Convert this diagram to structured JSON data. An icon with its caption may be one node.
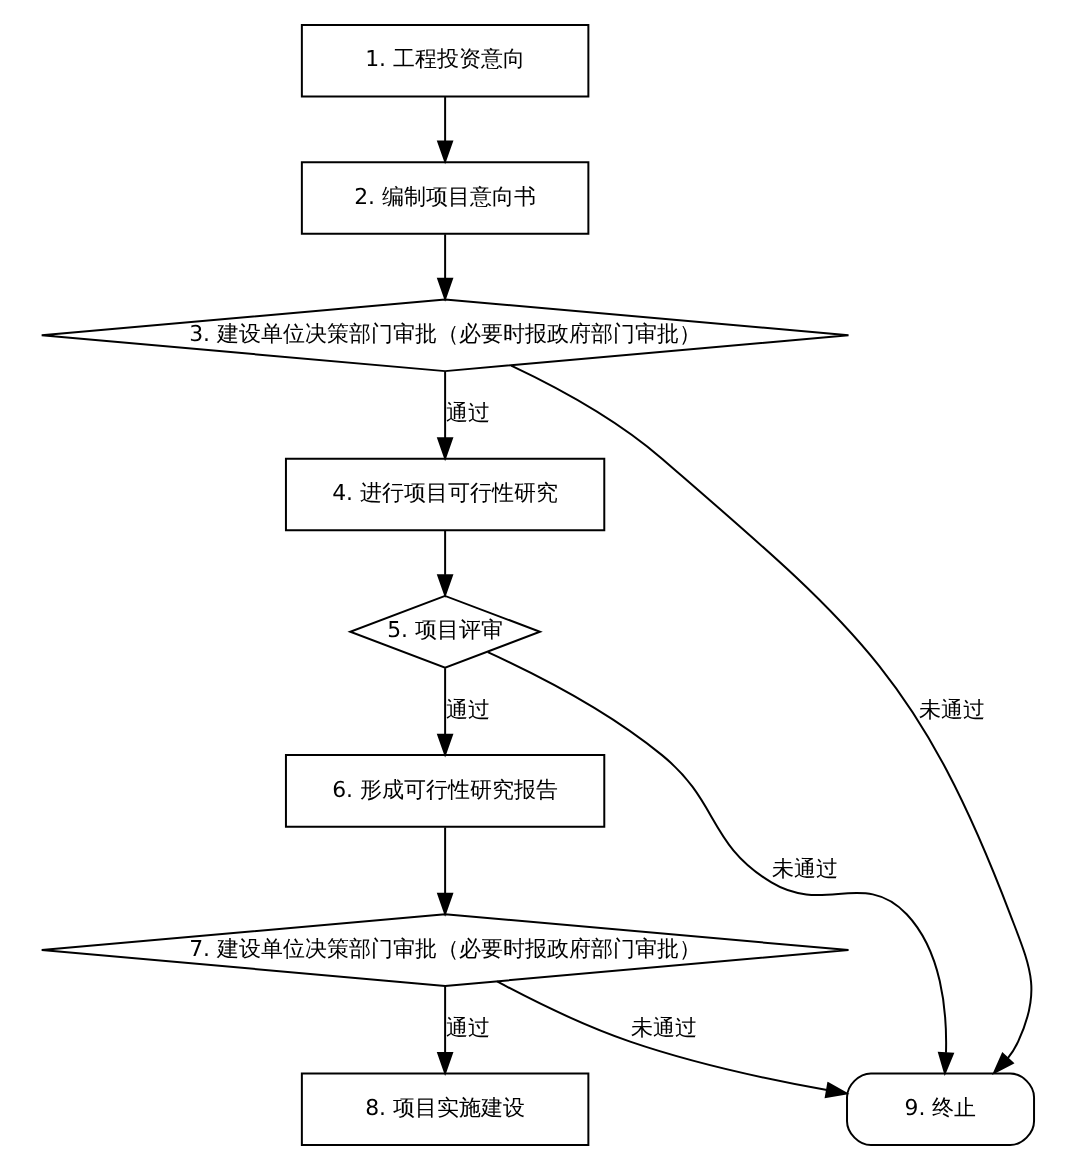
{
  "diagram": {
    "nodes": [
      {
        "text": [
          "1. 工程投资意向"
        ]
      },
      {
        "text": [
          "2. 编制项目意向书"
        ]
      },
      {
        "text": [
          "3. 建设单位决策部门审批（必要时报政府部门审批）"
        ]
      },
      {
        "text": [
          "4. 进行项目可行性研究"
        ]
      },
      {
        "text": [
          "5. 项目评审"
        ]
      },
      {
        "text": [
          "6. 形成可行性研究报告"
        ]
      },
      {
        "text": [
          "7. 建设单位决策部门审批（必要时报政府部门审批）"
        ]
      },
      {
        "text": [
          "8. 项目实施建设"
        ]
      },
      {
        "text": [
          "9. 终止"
        ]
      }
    ],
    "edges": [
      {
        "from": 0,
        "to": 1,
        "arrow": "to"
      },
      {
        "from": 1,
        "to": 2,
        "arrow": "to"
      },
      {
        "from": 2,
        "to": 8,
        "arrow": "to",
        "label": "未通过"
      },
      {
        "from": 2,
        "to": 3,
        "arrow": "to",
        "label": "通过"
      },
      {
        "from": 3,
        "to": 4,
        "arrow": "to"
      },
      {
        "from": 4,
        "to": 8,
        "arrow": "to",
        "label": "未通过"
      },
      {
        "from": 4,
        "to": 5,
        "arrow": "to",
        "label": "通过"
      },
      {
        "from": 5,
        "to": 6,
        "arrow": "to"
      },
      {
        "from": 6,
        "to": 8,
        "arrow": "to",
        "label": "未通过"
      },
      {
        "from": 6,
        "to": 7,
        "arrow": "to",
        "label": "通过"
      }
    ]
  }
}
